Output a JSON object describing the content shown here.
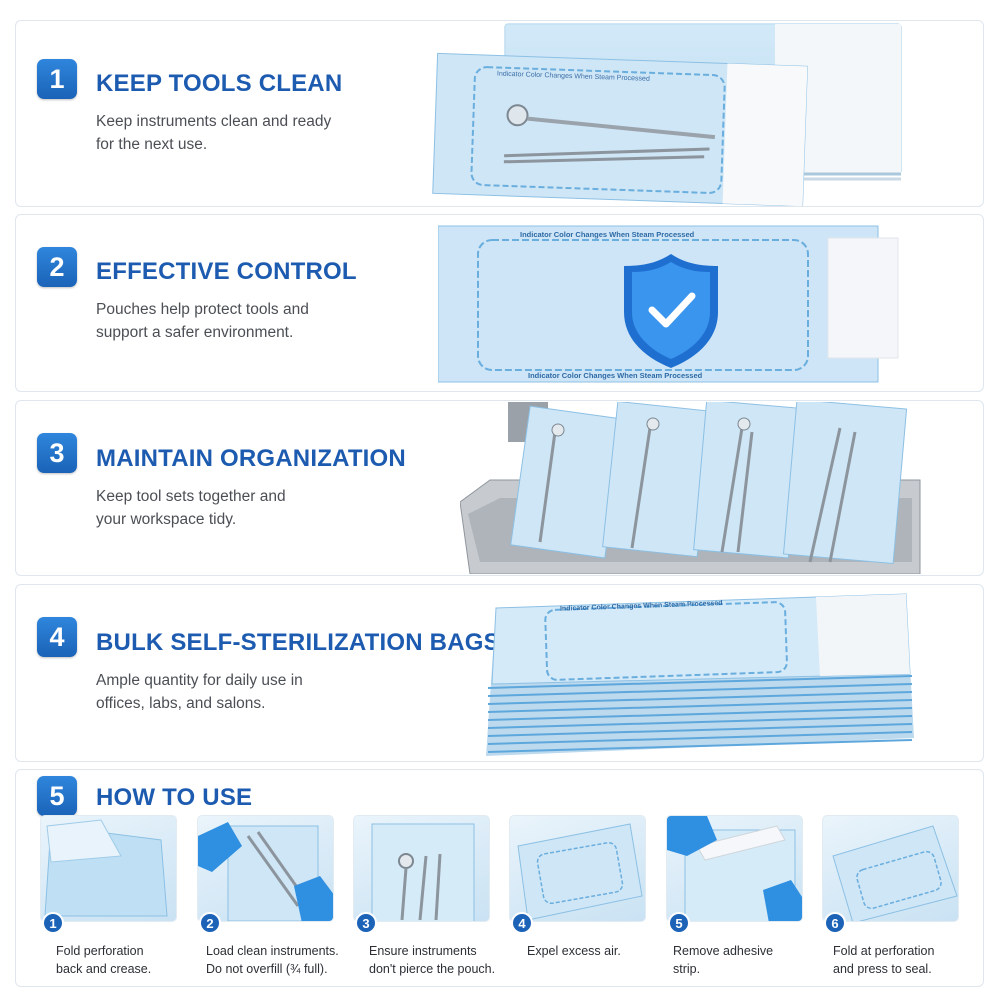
{
  "features": [
    {
      "number": "1",
      "title": "KEEP TOOLS CLEAN",
      "desc_line1": "Keep instruments clean and ready",
      "desc_line2": "for the next use.",
      "illustration": "pouch-stack-with-dental-tools"
    },
    {
      "number": "2",
      "title": "EFFECTIVE CONTROL",
      "desc_line1": "Pouches help protect tools and",
      "desc_line2": "support a safer environment.",
      "illustration": "pouch-with-shield-check-icon"
    },
    {
      "number": "3",
      "title": "MAINTAIN ORGANIZATION",
      "desc_line1": "Keep tool sets together and",
      "desc_line2": "your workspace tidy.",
      "illustration": "pouches-in-steel-tray"
    },
    {
      "number": "4",
      "title": "BULK SELF-STERILIZATION BAGS",
      "desc_line1": "Ample quantity for daily use in",
      "desc_line2": "offices, labs, and salons.",
      "illustration": "bulk-pouch-stack"
    }
  ],
  "pouch_text": {
    "indicator": "Indicator Color Changes When Steam Processed",
    "indicator_alt": "Indicator Color Changes When Steam Processed",
    "indicator_top1": "Indicator Color Changes When Steam Processed",
    "indicator_bottom1": "Indicator Color Changes When Steam Processed",
    "indicator_stack": "Indicator Color Changes When Steam Processed"
  },
  "how_to": {
    "number": "5",
    "title": "HOW TO USE",
    "steps": [
      {
        "num": "1",
        "line1": "Fold perforation",
        "line2": "back and crease."
      },
      {
        "num": "2",
        "line1": "Load clean instruments.",
        "line2": "Do not overfill (¾ full)."
      },
      {
        "num": "3",
        "line1": "Ensure instruments",
        "line2": "don't pierce the pouch."
      },
      {
        "num": "4",
        "line1": "Expel excess air.",
        "line2": ""
      },
      {
        "num": "5",
        "line1": "Remove adhesive",
        "line2": "strip."
      },
      {
        "num": "6",
        "line1": "Fold at perforation",
        "line2": "and press to seal."
      }
    ]
  },
  "colors": {
    "accent": "#1c5bb0",
    "badge": "#2373cc",
    "pouch_blue": "#a9d2ee",
    "glove_blue": "#2f8fe0"
  }
}
